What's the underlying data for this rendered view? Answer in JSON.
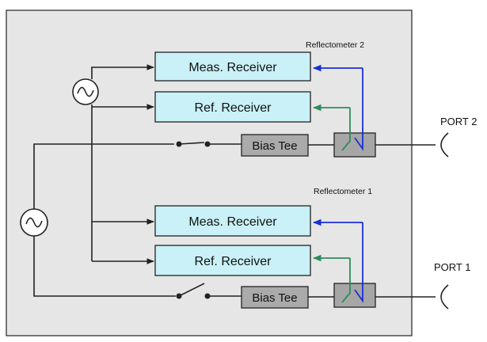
{
  "reflectometer_2": {
    "title": "Reflectometer 2",
    "meas_receiver": "Meas. Receiver",
    "ref_receiver": "Ref. Receiver",
    "bias_tee": "Bias Tee"
  },
  "reflectometer_1": {
    "title": "Reflectometer 1",
    "meas_receiver": "Meas. Receiver",
    "ref_receiver": "Ref. Receiver",
    "bias_tee": "Bias Tee"
  },
  "ports": {
    "port_2": "PORT 2",
    "port_1": "PORT 1"
  },
  "colors": {
    "receiver_fill": "#c9f1f7",
    "measurement_path": "#1a2fd6",
    "reference_path": "#2e8c5c"
  },
  "icons": {
    "rf_source": "sine-wave-source-icon",
    "dc_source": "sine-wave-source-icon",
    "switch": "spst-switch-icon",
    "port_connector": "port-connector-icon"
  }
}
